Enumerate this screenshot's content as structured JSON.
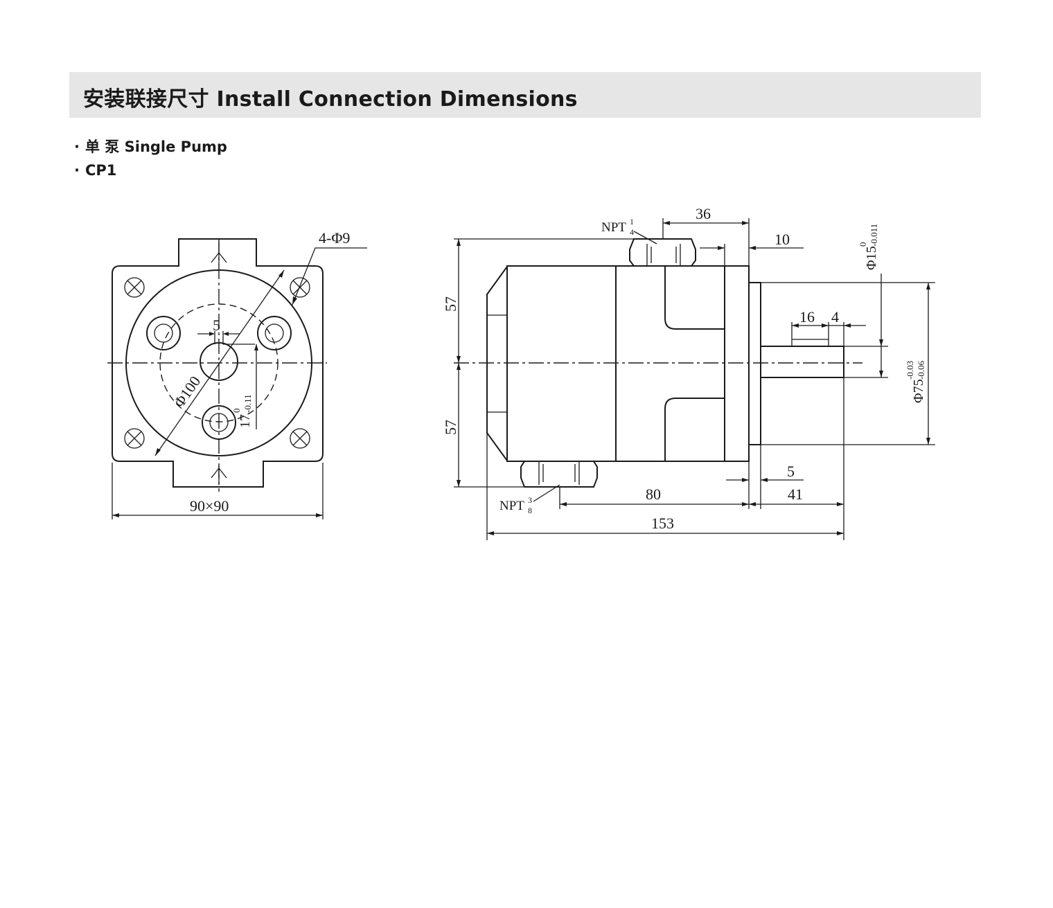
{
  "header": {
    "title": "安装联接尺寸 Install Connection Dimensions"
  },
  "bullets": [
    {
      "dot": "·",
      "label": "单 泵 Single Pump"
    },
    {
      "dot": "·",
      "label": "CP1"
    }
  ],
  "front_view": {
    "mount_holes": "4-Φ9",
    "pcd": "Φ100",
    "key_width": "5",
    "shaft_height": {
      "base": "17",
      "upper": "0",
      "lower": "-0.11"
    },
    "flange_size": "90×90"
  },
  "side_view": {
    "port_top": {
      "base": "NPT",
      "num": "1",
      "den": "4"
    },
    "port_bottom": {
      "base": "NPT",
      "num": "3",
      "den": "8"
    },
    "dim_top_port_offset": "36",
    "dim_flange_thickness": "10",
    "dim_upper_half": "57",
    "dim_lower_half": "57",
    "dim_key_length": "16",
    "dim_key_offset": "4",
    "shaft_dia": {
      "base": "Φ15",
      "upper": "0",
      "lower": "-0.011"
    },
    "pilot_dia": {
      "base": "Φ75",
      "upper": "-0.03",
      "lower": "-0.06"
    },
    "dim_pilot_depth": "5",
    "dim_body_length": "80",
    "dim_shaft_extension": "41",
    "dim_overall_length": "153"
  }
}
